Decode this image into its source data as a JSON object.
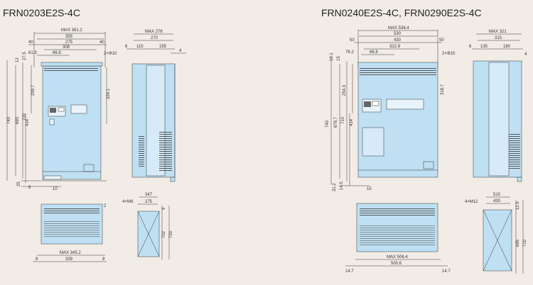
{
  "left": {
    "title": "FRN0203E2S-4C",
    "front": {
      "top": [
        "MAX 361.2",
        "355",
        "275",
        "308",
        "66.8",
        "61.3",
        "40",
        "40"
      ],
      "hole": "2×Φ10",
      "left": [
        "740",
        "690",
        "720",
        "27.5",
        "12",
        "299.7",
        "414",
        "25",
        "8"
      ],
      "right": [
        "324.1"
      ],
      "bottom": [
        "10"
      ]
    },
    "side": {
      "top": [
        "MAX 276",
        "270",
        "115",
        "155",
        "6"
      ],
      "right": [
        "4"
      ]
    },
    "bottom_view": {
      "top": [
        "2"
      ],
      "bottom": [
        "MAX 345.2",
        "339",
        "8",
        "8"
      ]
    },
    "mount": {
      "screw": "4×M8",
      "top": [
        "347",
        "275"
      ],
      "right": [
        "9",
        "702",
        "720"
      ]
    }
  },
  "right": {
    "title": "FRN0240E2S-4C, FRN0290E2S-4C",
    "front": {
      "top": [
        "MAX 536.4",
        "530",
        "430",
        "322.9",
        "66.8",
        "76.2",
        "50",
        "50"
      ],
      "hole": "2×Φ15",
      "left": [
        "740",
        "678.7",
        "710",
        "18.1",
        "15",
        "254.3",
        "414",
        "31.2",
        "14.5"
      ],
      "right": [
        "318.7"
      ],
      "bottom": [
        "15"
      ]
    },
    "side": {
      "top": [
        "MAX 321",
        "315",
        "135",
        "180",
        "6"
      ],
      "right": [
        "4"
      ]
    },
    "bottom_view": {
      "bottom": [
        "MAX 506.4",
        "500.6",
        "14.7",
        "14.7"
      ]
    },
    "mount": {
      "screw": "4×M12",
      "top": [
        "510",
        "430"
      ],
      "right": [
        "12.5",
        "685",
        "710"
      ]
    }
  },
  "colors": {
    "panel": "#bfe0f3",
    "line": "#333333",
    "background": "#f2ece6"
  }
}
